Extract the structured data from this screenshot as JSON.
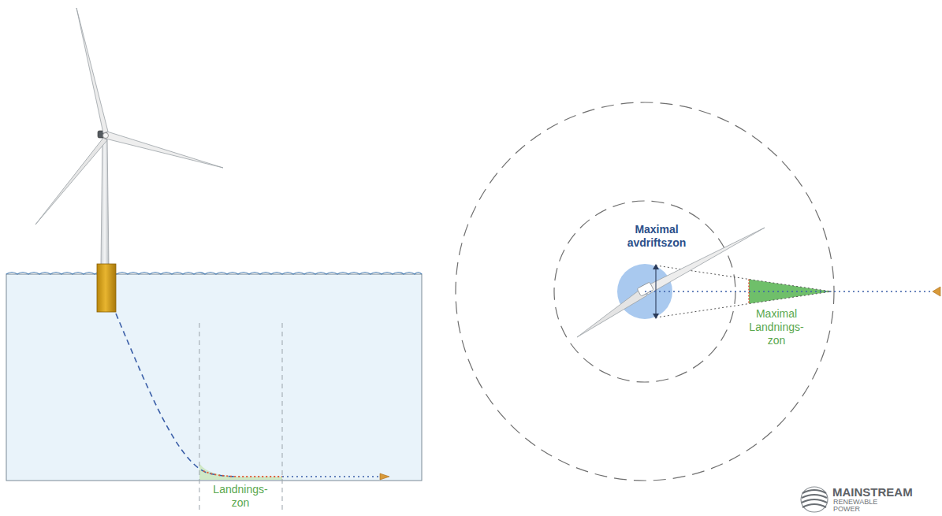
{
  "diagram": {
    "labels": [
      "Landnings- zon",
      "Maximal avdriftszon",
      "Maximal Landnings- zon",
      "MAINSTREAM",
      "RENEWABLE POWER"
    ]
  }
}
